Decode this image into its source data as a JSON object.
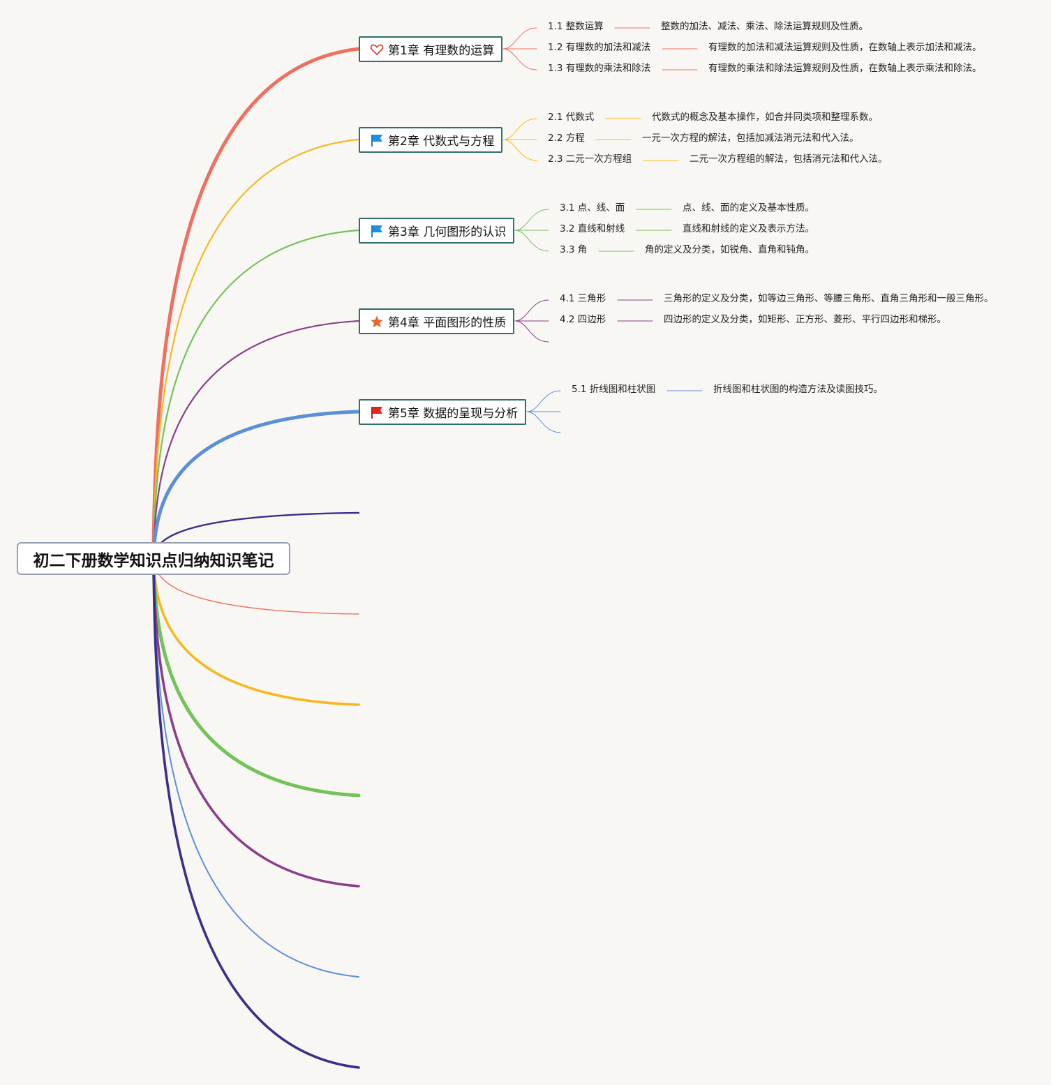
{
  "root": {
    "title": "初二下册数学知识点归纳知识笔记"
  },
  "chapters": [
    {
      "title": "第1章 有理数的运算",
      "icon": "heart-icon",
      "color": "#f07060",
      "subs": [
        {
          "label": "1.1 整数运算",
          "desc": "整数的加法、减法、乘法、除法运算规则及性质。"
        },
        {
          "label": "1.2 有理数的加法和减法",
          "desc": "有理数的加法和减法运算规则及性质，在数轴上表示加法和减法。"
        },
        {
          "label": "1.3 有理数的乘法和除法",
          "desc": "有理数的乘法和除法运算规则及性质，在数轴上表示乘法和除法。"
        }
      ]
    },
    {
      "title": "第2章 代数式与方程",
      "icon": "blue-flag-icon",
      "color": "#f6b820",
      "subs": [
        {
          "label": "2.1 代数式",
          "desc": "代数式的概念及基本操作，如合并同类项和整理系数。"
        },
        {
          "label": "2.2 方程",
          "desc": "一元一次方程的解法，包括加减法消元法和代入法。"
        },
        {
          "label": "2.3 二元一次方程组",
          "desc": "二元一次方程组的解法，包括消元法和代入法。"
        }
      ]
    },
    {
      "title": "第3章 几何图形的认识",
      "icon": "blue-flag-icon",
      "color": "#72c35a",
      "subs": [
        {
          "label": "3.1 点、线、面",
          "desc": "点、线、面的定义及基本性质。"
        },
        {
          "label": "3.2 直线和射线",
          "desc": "直线和射线的定义及表示方法。"
        },
        {
          "label": "3.3 角",
          "desc": "角的定义及分类，如锐角、直角和钝角。"
        }
      ]
    },
    {
      "title": "第4章 平面图形的性质",
      "icon": "star-icon",
      "color": "#8a3f8a",
      "subs": [
        {
          "label": "4.1 三角形",
          "desc": "三角形的定义及分类，如等边三角形、等腰三角形、直角三角形和一般三角形。"
        },
        {
          "label": "4.2 四边形",
          "desc": "四边形的定义及分类，如矩形、正方形、菱形、平行四边形和梯形。"
        },
        {
          "label": "",
          "desc": ""
        }
      ]
    },
    {
      "title": "第5章 数据的呈现与分析",
      "icon": "red-flag-icon",
      "color": "#5b8fd8",
      "subs": [
        {
          "label": "5.1 折线图和柱状图",
          "desc": "折线图和柱状图的构造方法及读图技巧。"
        },
        {
          "label": "",
          "desc": ""
        },
        {
          "label": "",
          "desc": ""
        }
      ]
    }
  ],
  "empty_branch_colors": [
    "#3b2f8a",
    "#f07060",
    "#f6b820",
    "#72c35a",
    "#8a3f8a",
    "#5b8fd8",
    "#3b2f8a"
  ]
}
